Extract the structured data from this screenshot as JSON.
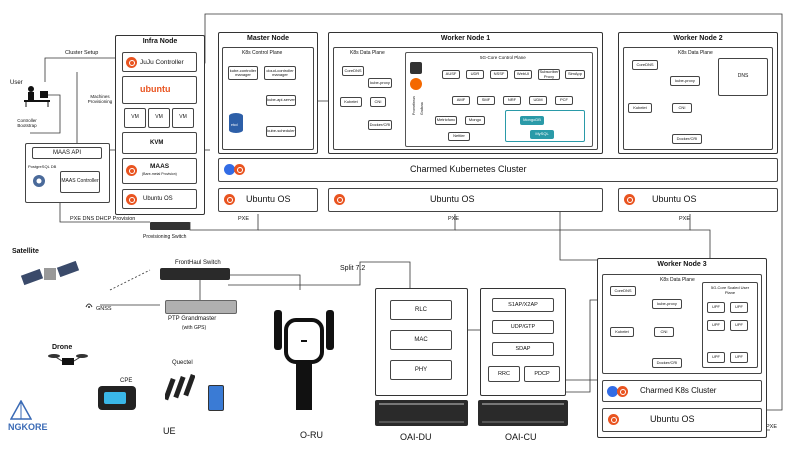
{
  "cluster_setup": "Cluster Setup",
  "user": "User",
  "machines_provisioning": "Machines Provisioning",
  "controller_bootstrap": "Controller Bootstrap",
  "infra": {
    "title": "Infra Node",
    "juju": "JuJu Controller",
    "ubuntu_logo": "ubuntu",
    "vm": "VM",
    "kvm": "KVM",
    "maas": "MAAS",
    "maas_sub": "(Bare-metal Provision)",
    "ubuntu_os": "Ubuntu OS"
  },
  "maas_api": "MAAS API",
  "postgres": "PostgreSQL DB",
  "maas_controller": "MAAS Controller",
  "provision_line": "PXE DNS DHCP Provision",
  "provisioning_switch": "Provisioning Switch",
  "master": {
    "title": "Master Node",
    "plane": "K8s Control Plane",
    "controller_manager": "kube-controller manager",
    "cloud_controller": "cloud-controller manager",
    "api_server": "kube-api-server",
    "scheduler": "kube-scheduler",
    "etcd": "etcd",
    "os": "Ubuntu OS"
  },
  "worker1": {
    "title": "Worker Node 1",
    "plane": "K8s Data Plane",
    "coredns": "CoreDNS",
    "kube_proxy": "kube-proxy",
    "kubelet": "Kubelet",
    "cni": "CNI",
    "docker": "Docker/CRI",
    "core_plane": "5G-Core Control Plane",
    "prometheus": "Prometheus",
    "grafana": "Grafana",
    "nfs_top": [
      "AUSF",
      "UDR",
      "NSSF",
      "WebUI",
      "Subscriber Proxy",
      "SimApp"
    ],
    "nfs_mid": [
      "AMF",
      "SMF",
      "NRF",
      "UDM",
      "PCF"
    ],
    "nfs_low": [
      "Metricfunc",
      "Mongo",
      "Nettler"
    ],
    "db": [
      "MongoDB",
      "MySQL"
    ],
    "os": "Ubuntu OS"
  },
  "worker2": {
    "title": "Worker Node 2",
    "plane": "K8s Data Plane",
    "coredns": "CoreDNS",
    "kube_proxy": "kube-proxy",
    "dns": "DNS",
    "kubelet": "Kubelet",
    "cni": "CNI",
    "docker": "Docker/CRI",
    "os": "Ubuntu OS"
  },
  "charmed_cluster": "Charmed Kubernetes Cluster",
  "pxe": "PXE",
  "worker3": {
    "title": "Worker Node 3",
    "plane": "K8s Data Plane",
    "coredns": "CoreDNS",
    "kube_proxy": "kube-proxy",
    "kubelet": "Kubelet",
    "cni": "CNI",
    "docker": "Docker/CRI",
    "upf_plane": "5G-Core Scaled User Plane",
    "upf": "UPF",
    "charmed": "Charmed K8s Cluster",
    "os": "Ubuntu OS"
  },
  "satellite": "Satellite",
  "gnss": "GNSS",
  "fronthaul_switch": "FrontHaul Switch",
  "split": "Split 7.2",
  "ptp": "PTP Grandmaster",
  "ptp_sub": "(with GPS)",
  "drone": "Drone",
  "cpe": "CPE",
  "quectel": "Quectel",
  "ue": "UE",
  "ngkore": "NGKORE",
  "oru": "O-RU",
  "du": {
    "rlc": "RLC",
    "mac": "MAC",
    "phy": "PHY",
    "label": "OAI-DU"
  },
  "cu": {
    "s1ap": "S1AP/X2AP",
    "udp": "UDP/GTP",
    "sdap": "SDAP",
    "rrc": "RRC",
    "pdcp": "PDCP",
    "label": "OAI-CU"
  }
}
